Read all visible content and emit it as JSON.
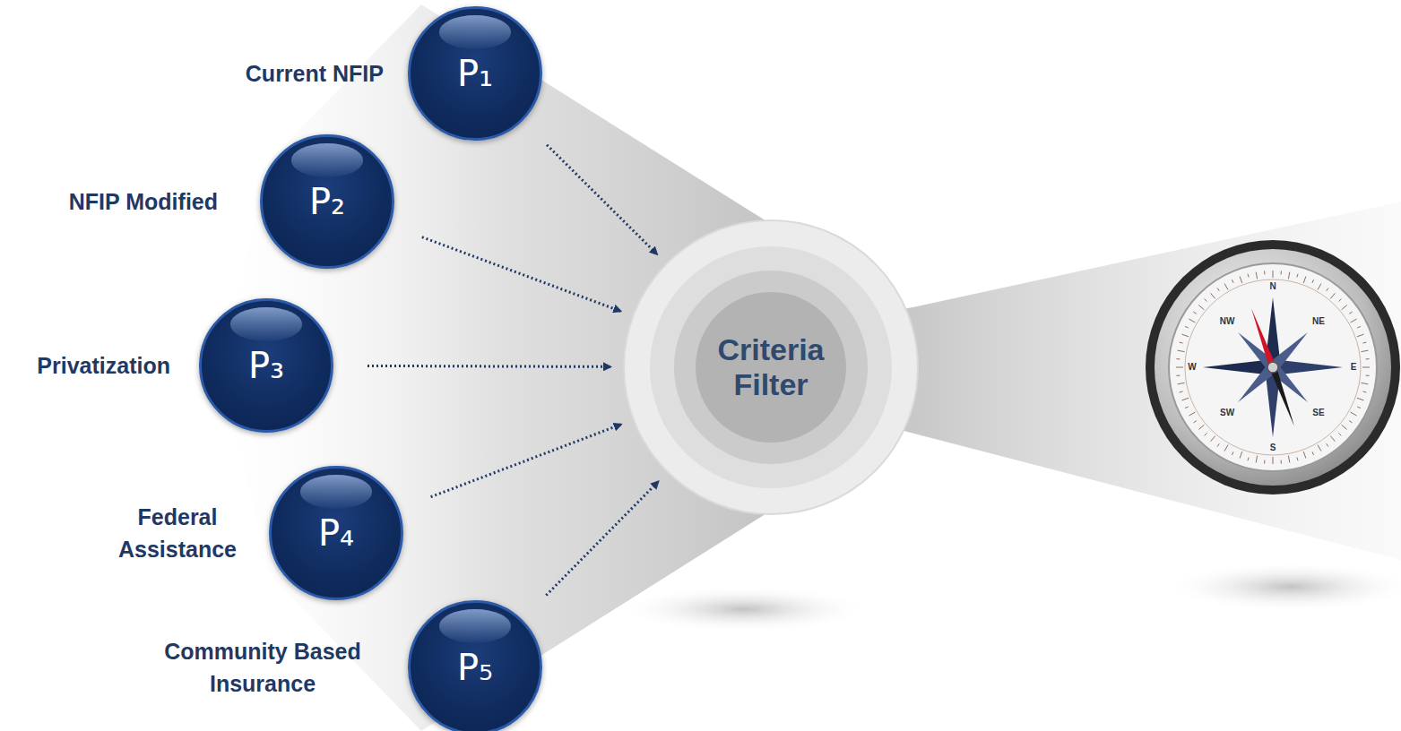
{
  "diagram": {
    "nodes": [
      {
        "text": [
          "Current NFIP",
          "P₁"
        ]
      },
      {
        "text": [
          "NFIP Modified",
          "P₂"
        ]
      },
      {
        "text": [
          "Privatization",
          "P₃"
        ]
      },
      {
        "text": [
          "Federal Assistance",
          "P₄"
        ]
      },
      {
        "text": [
          "Community Based Insurance",
          "P₅"
        ]
      },
      {
        "text": [
          "Criteria Filter"
        ]
      }
    ],
    "edges": [
      {
        "from": 0,
        "to": 5,
        "arrow": "to"
      },
      {
        "from": 1,
        "to": 5,
        "arrow": "to"
      },
      {
        "from": 2,
        "to": 5,
        "arrow": "to"
      },
      {
        "from": 3,
        "to": 5,
        "arrow": "to"
      },
      {
        "from": 4,
        "to": 5,
        "arrow": "to"
      }
    ],
    "labels": [
      "N",
      "NE",
      "E",
      "SE",
      "S",
      "SW",
      "W",
      "NW"
    ]
  }
}
